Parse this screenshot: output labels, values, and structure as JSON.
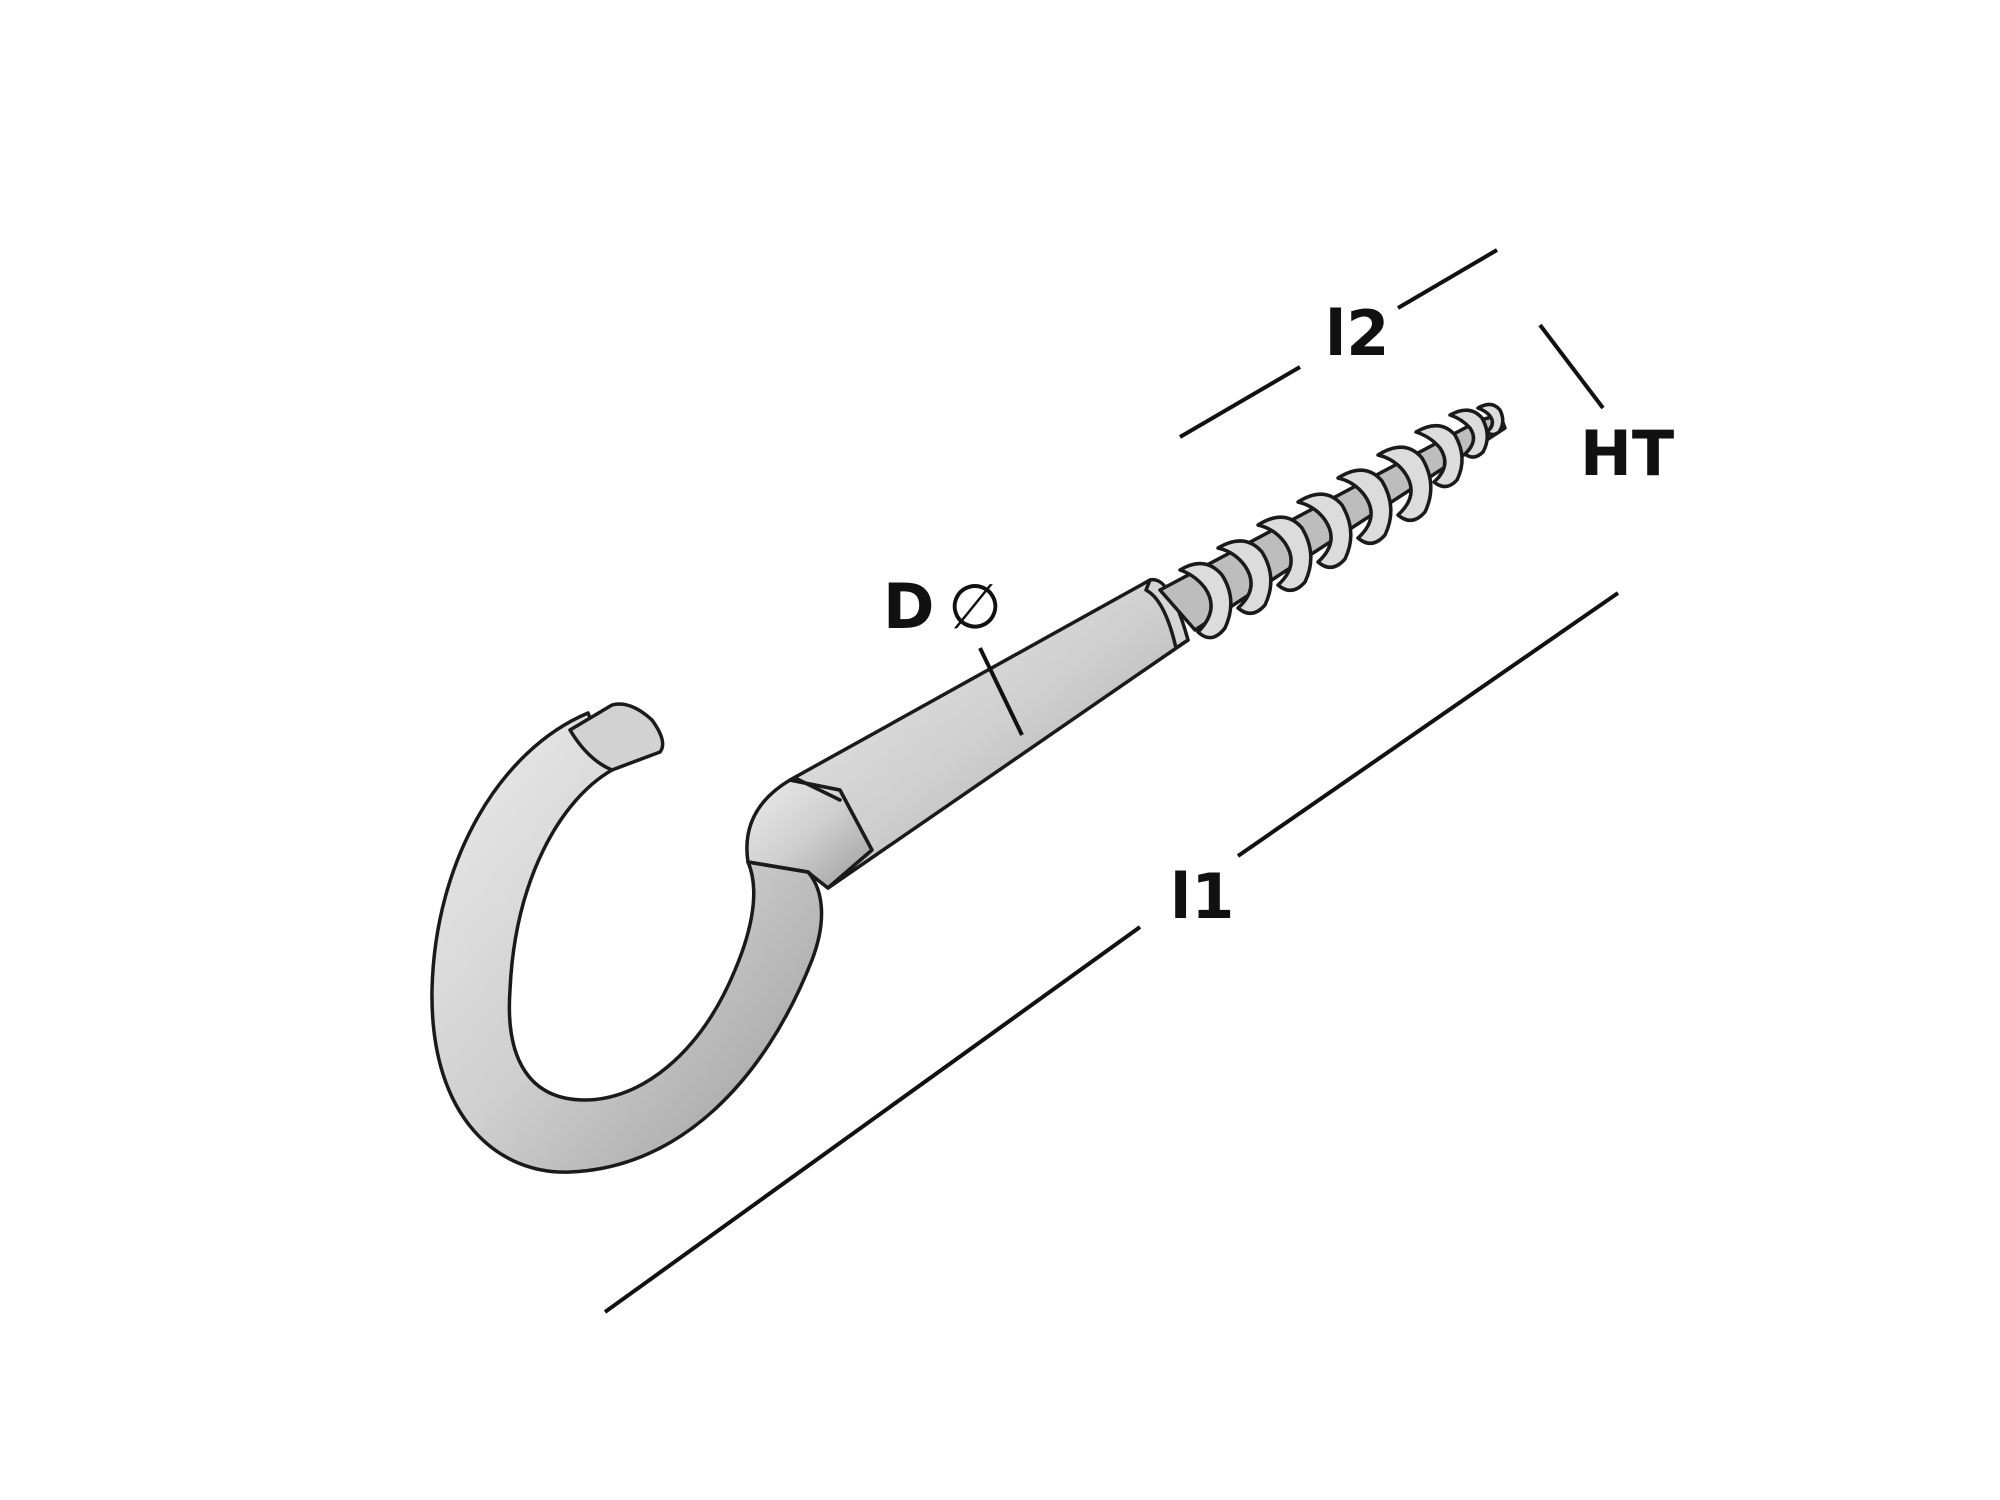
{
  "labels": {
    "d_label": "D",
    "diameter_symbol": "∅",
    "l1_label": "l1",
    "l2_label": "l2",
    "ht_label": "HT"
  },
  "colors": {
    "metal": "#cfcfcf",
    "metal_dark": "#9c9c9c",
    "metal_light": "#ececec",
    "outline": "#1a1a1a",
    "dimension": "#111111"
  }
}
